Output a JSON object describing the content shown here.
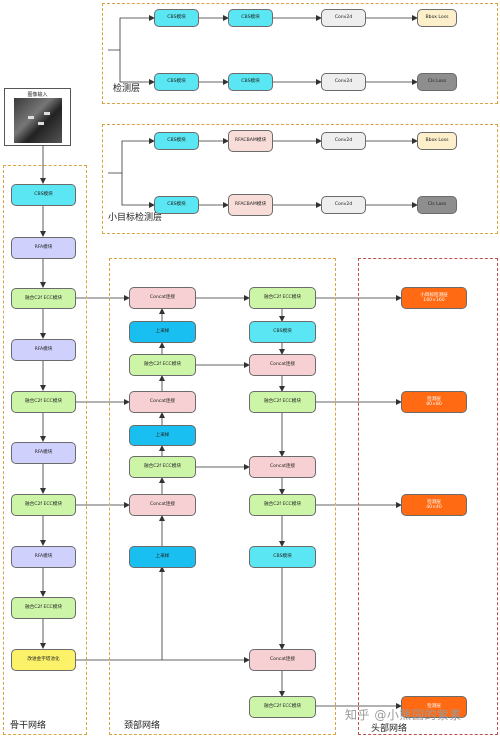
{
  "labels": {
    "detection_layer": "检测层",
    "small_detection_layer": "小目标检测层",
    "backbone": "骨干网络",
    "neck": "颈部网络",
    "head": "头部网络",
    "input": "图像输入"
  },
  "blocks": {
    "cbs": "CBS模块",
    "rfa": "RFA模块",
    "c2f": "融合C2f ECC模块",
    "concat": "Concat连接",
    "upsample": "上采样",
    "conv2d": "Conv2d",
    "bbox_loss": "Bbox Loss",
    "cls_loss": "Cls Loss",
    "rfacbam": "RFACBAM模块",
    "sppf": "改进金字塔池化"
  },
  "outputs": {
    "small": {
      "title": "小目标检测层",
      "size": "160×160"
    },
    "p3": {
      "title": "检测层",
      "size": "80×80"
    },
    "p4": {
      "title": "检测层",
      "size": "40×40"
    },
    "p5": {
      "title": "检测层",
      "size": ""
    }
  },
  "watermark": "知乎 @小熊园的紫素",
  "colors": {
    "cbs": "#5ae6f2",
    "rfa": "#cfd0fc",
    "c2f": "#ccf5a8",
    "concat": "#f6d0d2",
    "upsample": "#18bff0",
    "conv": "#eeeeee",
    "bbox": "#fcefc9",
    "cls": "#8e8e8e",
    "rfacbam": "#f8dcd7",
    "sppf": "#fbf26a",
    "detect": "#ff6a12",
    "region_orange": "#d9a441",
    "region_red": "#c0504d"
  }
}
